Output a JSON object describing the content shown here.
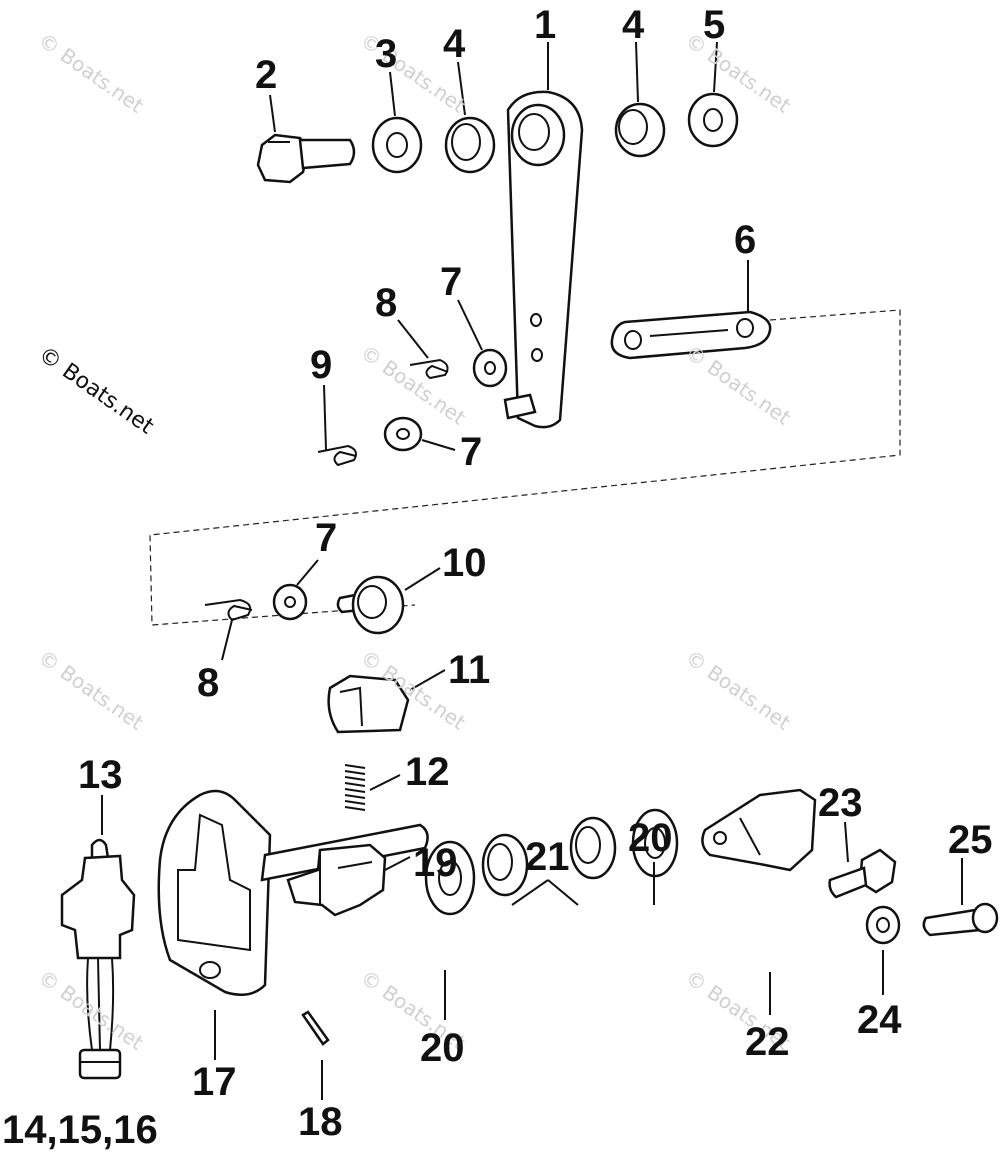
{
  "watermark": "© Boats.net",
  "callouts": {
    "c1": "1",
    "c2": "2",
    "c3": "3",
    "c4a": "4",
    "c4b": "4",
    "c5": "5",
    "c6": "6",
    "c7a": "7",
    "c7b": "7",
    "c7c": "7",
    "c8a": "8",
    "c8b": "8",
    "c9": "9",
    "c10": "10",
    "c11": "11",
    "c12": "12",
    "c13": "13",
    "c14": "14,15,16",
    "c17": "17",
    "c18": "18",
    "c19": "19",
    "c20a": "20",
    "c20b": "20",
    "c21": "21",
    "c22": "22",
    "c23": "23",
    "c24": "24",
    "c25": "25"
  }
}
